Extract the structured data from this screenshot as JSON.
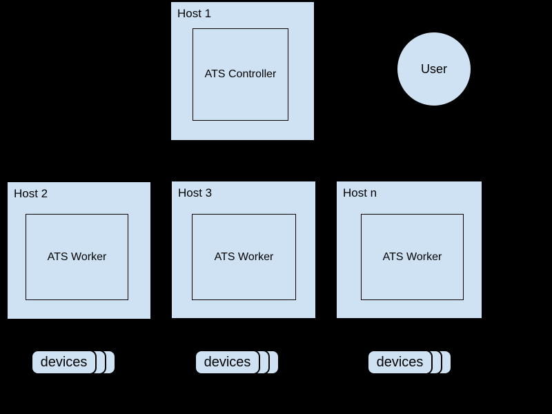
{
  "colors": {
    "background": "#000000",
    "node_fill": "#cfe2f3",
    "node_border": "#000000",
    "text": "#000000"
  },
  "hosts": [
    {
      "label": "Host 1",
      "component": "ATS Controller"
    },
    {
      "label": "Host 2",
      "component": "ATS Worker"
    },
    {
      "label": "Host 3",
      "component": "ATS Worker"
    },
    {
      "label": "Host n",
      "component": "ATS Worker"
    }
  ],
  "user": {
    "label": "User"
  },
  "device_stacks": [
    {
      "label": "devices"
    },
    {
      "label": "devices"
    },
    {
      "label": "devices"
    }
  ]
}
